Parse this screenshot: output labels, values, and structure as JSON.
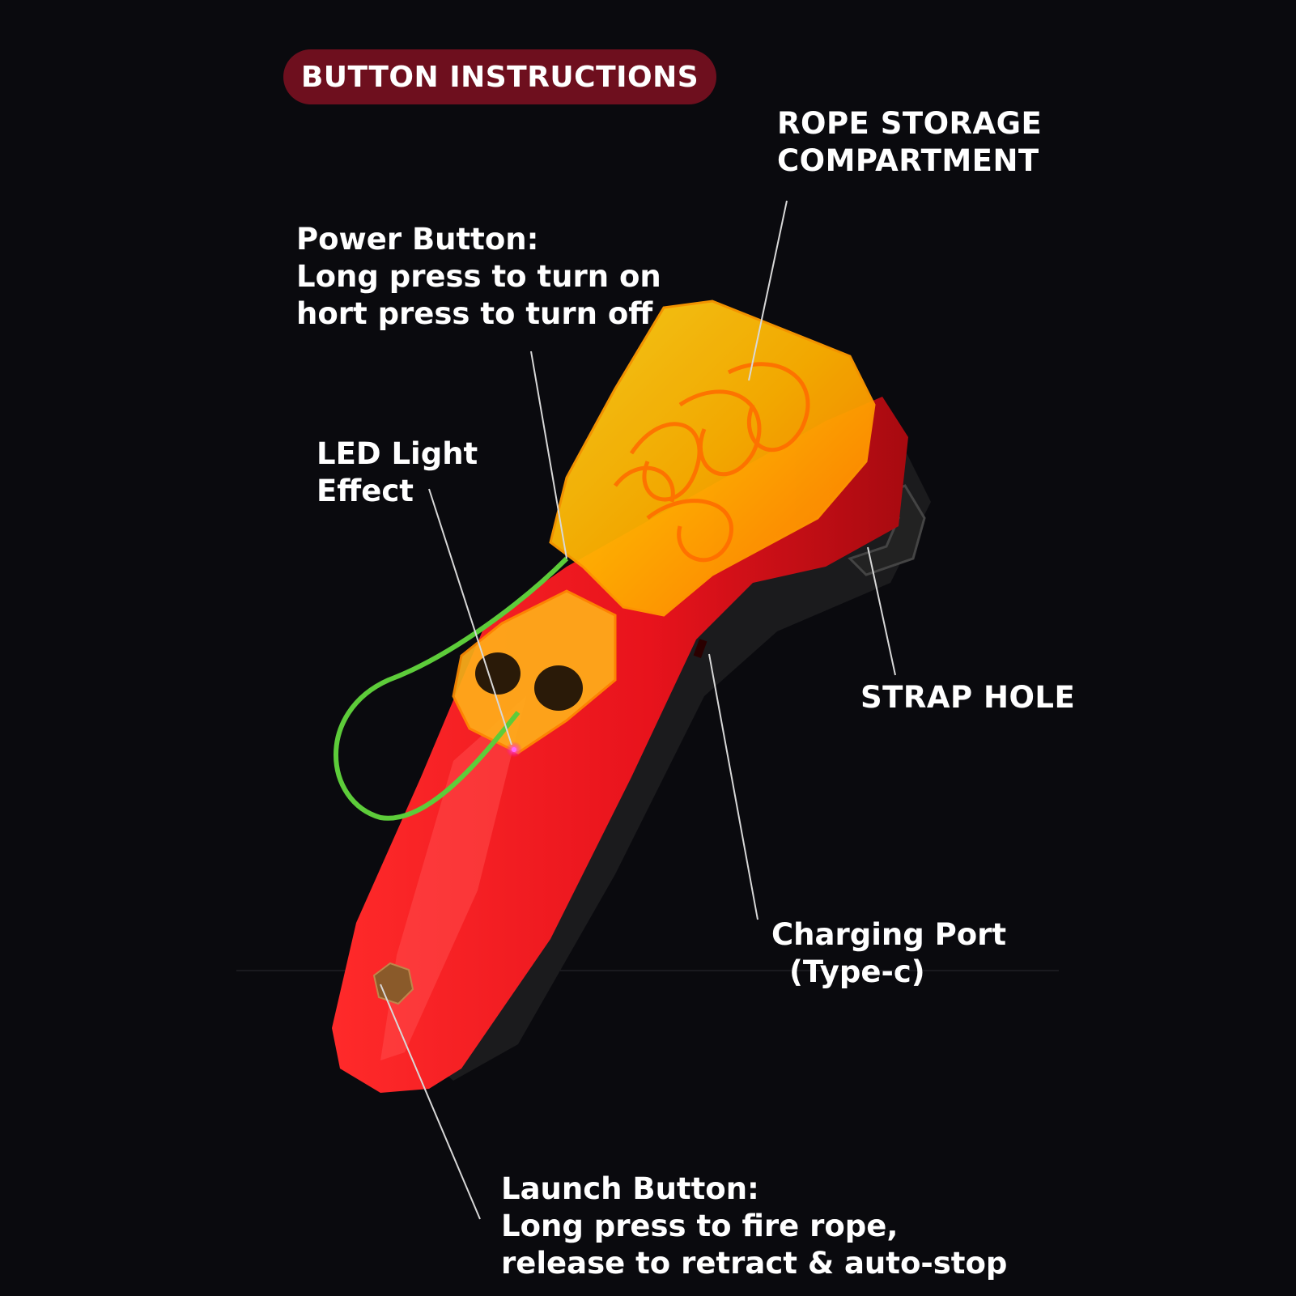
{
  "header": {
    "title": "BUTTON INSTRUCTIONS"
  },
  "callouts": {
    "rope_storage": {
      "lines": [
        "ROPE STORAGE",
        "COMPARTMENT"
      ]
    },
    "power_button": {
      "lines": [
        "Power Button:",
        "Long press to turn on",
        "hort press to turn off"
      ]
    },
    "led_light": {
      "lines": [
        "LED Light",
        "Effect"
      ]
    },
    "strap_hole": {
      "lines": [
        "STRAP HOLE"
      ]
    },
    "charging_port": {
      "lines": [
        "Charging Port",
        "(Type-c)"
      ]
    },
    "launch_button": {
      "lines": [
        "Launch Button:",
        "Long press to fire rope,",
        "release to retract & auto-stop"
      ]
    }
  },
  "colors": {
    "background": "#0a0a0e",
    "pill": "#6e0f1e",
    "body_red": "#e8131c",
    "housing_orange": "#f7a800",
    "rope_green": "#5dcc3a",
    "leader_line": "#d8d8d8"
  }
}
